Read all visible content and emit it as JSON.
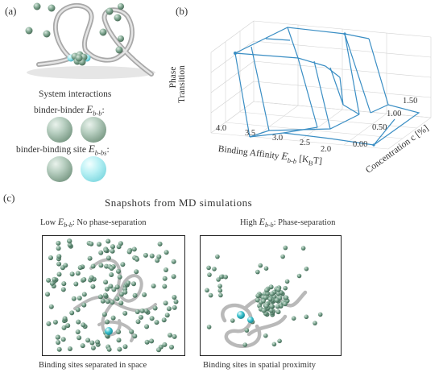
{
  "panel_a": {
    "label": "(a)",
    "title_line1": "System interactions",
    "binder_binder": "binder-binder",
    "binder_binding_site": "binder-binding site",
    "symbol_bb": "E",
    "sub_bb": "b-b",
    "symbol_bbs": "E",
    "sub_bbs": "b-bs",
    "colors": {
      "binder": "#7f9e8a",
      "binding_site": "#7fd8e0",
      "polymer": "#b5b5b5"
    }
  },
  "panel_b": {
    "label": "(b)",
    "zlabel_line1": "Phase",
    "zlabel_line2": "Transition",
    "xlabel_pre": "Binding Affinity",
    "xlabel_sym": "E",
    "xlabel_sub": "b-b",
    "xlabel_unit": "[K",
    "xlabel_unit_sub": "B",
    "xlabel_unit_end": "T]",
    "ylabel": "Concentration c [%]",
    "x_ticks": [
      "4.0",
      "3.5",
      "3.0",
      "2.5",
      "2.0"
    ],
    "y_ticks": [
      "0.00",
      "0.50",
      "1.00",
      "1.50"
    ],
    "line_color": "#2f86bf"
  },
  "panel_c": {
    "label": "(c)",
    "title": "Snapshots from MD simulations",
    "left_header_pre": "Low",
    "left_header_sym": "E",
    "left_header_sub": "b-b",
    "left_header_post": ": No phase-separation",
    "right_header_pre": "High",
    "right_header_sym": "E",
    "right_header_sub": "b-b",
    "right_header_post": ": Phase-separation",
    "left_caption": "Binding sites separated in space",
    "right_caption": "Binding sites in spatial proximity"
  }
}
